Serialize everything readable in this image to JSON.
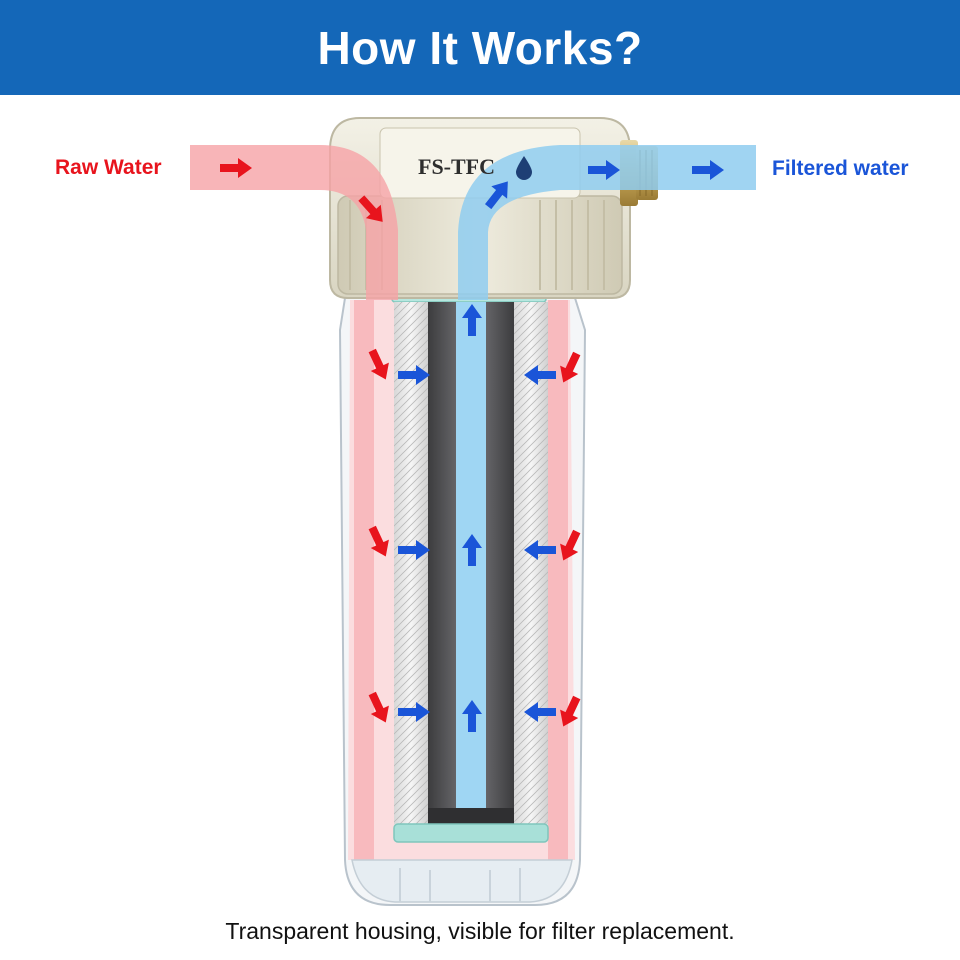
{
  "title": "How It Works?",
  "labels": {
    "raw_water": "Raw Water",
    "filtered_water": "Filtered water"
  },
  "brand_mark": "FS-TFC",
  "caption": "Transparent housing,  visible for filter replacement.",
  "colors": {
    "banner": "#1467b8",
    "raw_water": "#e8141d",
    "filtered_water": "#1a55d8",
    "raw_flow": "#f6a3a6",
    "filtered_flow": "#8fcdf0",
    "end_cap": "#a8e0d8",
    "filter_head": "#e8e4d4"
  },
  "icons": [
    "raw-flow-arrow",
    "filtered-flow-arrow",
    "water-drop-icon"
  ]
}
